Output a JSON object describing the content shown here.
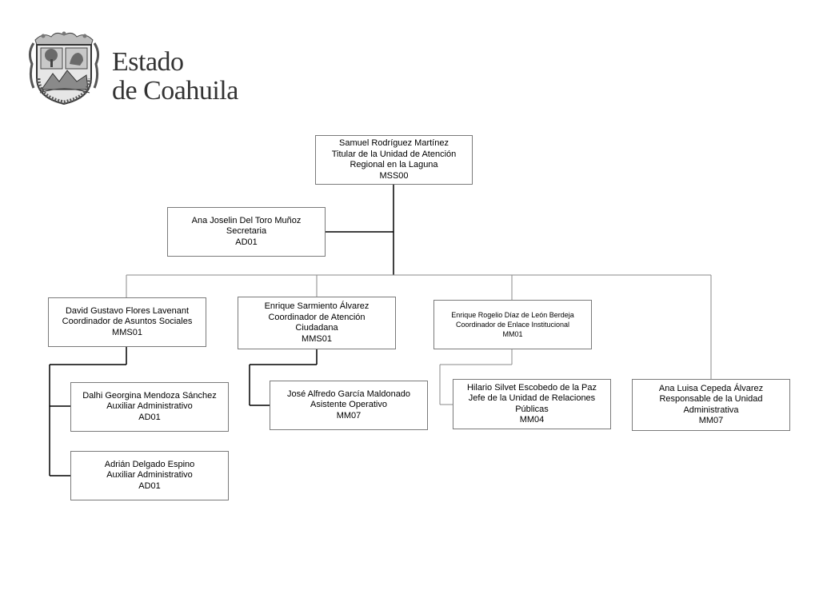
{
  "header": {
    "brand_line1": "Estado",
    "brand_line2": "de Coahuila",
    "seal_icon": "coahuila-coat-of-arms-icon"
  },
  "org_chart": {
    "head": {
      "name": "Samuel Rodríguez Martínez",
      "title": "Titular de la Unidad de Atención",
      "title2": "Regional en la Laguna",
      "code": "MSS00"
    },
    "secretary": {
      "name": "Ana Joselin Del Toro Muñoz",
      "title": "Secretaria",
      "code": "AD01"
    },
    "coordinator_social": {
      "name": "David Gustavo Flores Lavenant",
      "title": "Coordinador de Asuntos Sociales",
      "code": "MMS01"
    },
    "coordinator_citizen": {
      "name": "Enrique Sarmiento Álvarez",
      "title": "Coordinador de Atención",
      "title2": "Ciudadana",
      "code": "MMS01"
    },
    "coordinator_institutional": {
      "name": "Enrique Rogelio Díaz de León Berdeja",
      "title": "Coordinador de Enlace Institucional",
      "code": "MM01"
    },
    "admin_responsible": {
      "name": "Ana Luisa Cepeda Álvarez",
      "title": "Responsable de la Unidad",
      "title2": "Administrativa",
      "code": "MM07"
    },
    "aux_1": {
      "name": "Dalhi Georgina Mendoza Sánchez",
      "title": "Auxiliar Administrativo",
      "code": "AD01"
    },
    "aux_2": {
      "name": "Adrián Delgado Espino",
      "title": "Auxiliar Administrativo",
      "code": "AD01"
    },
    "assistant": {
      "name": "José Alfredo García Maldonado",
      "title": "Asistente Operativo",
      "code": "MM07"
    },
    "public_relations": {
      "name": "Hilario Silvet Escobedo de la Paz",
      "title": "Jefe de la Unidad de Relaciones",
      "title2": "Públicas",
      "code": "MM04"
    }
  }
}
